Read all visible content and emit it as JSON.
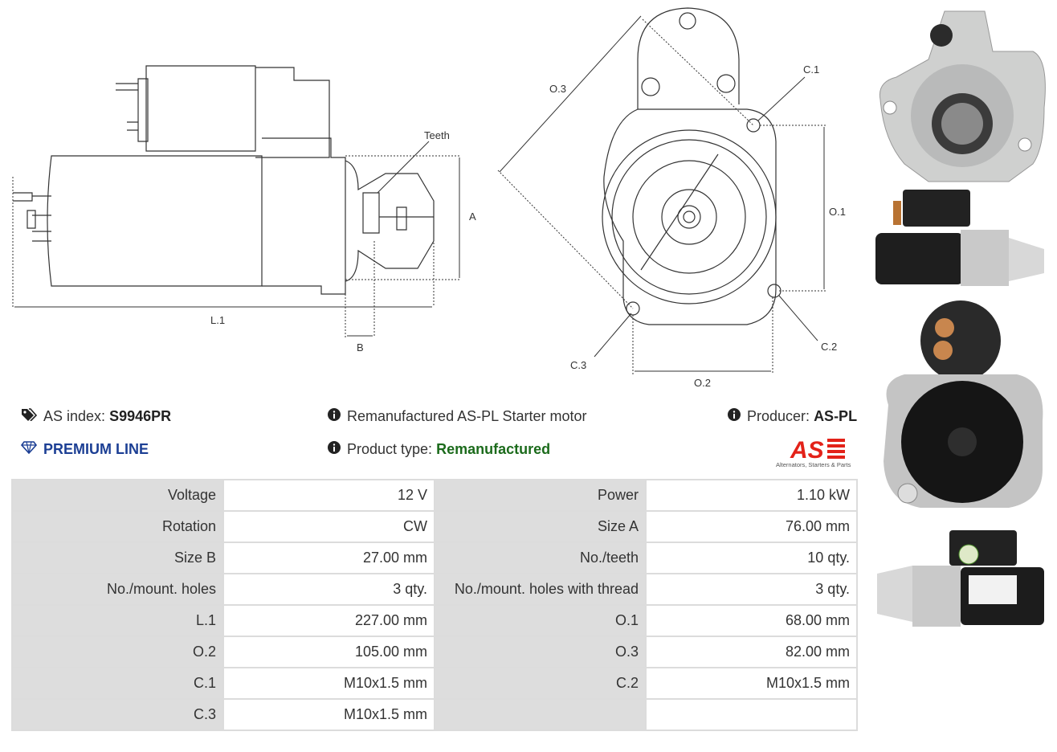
{
  "drawing": {
    "labels": {
      "teeth": "Teeth",
      "a": "A",
      "b": "B",
      "l1": "L.1",
      "o1": "O.1",
      "o2": "O.2",
      "o3": "O.3",
      "c1": "C.1",
      "c2": "C.2",
      "c3": "C.3"
    }
  },
  "info": {
    "as_index_label": "AS index:",
    "as_index_value": "S9946PR",
    "description": "Remanufactured AS-PL Starter motor",
    "producer_label": "Producer:",
    "producer_value": "AS-PL",
    "premium": "PREMIUM LINE",
    "product_type_label": "Product type:",
    "product_type_value": "Remanufactured",
    "logo_text": "AS",
    "logo_tagline": "Alternators, Starters & Parts"
  },
  "specs": [
    [
      "Voltage",
      "12 V",
      "Power",
      "1.10 kW"
    ],
    [
      "Rotation",
      "CW",
      "Size A",
      "76.00 mm"
    ],
    [
      "Size B",
      "27.00 mm",
      "No./teeth",
      "10 qty."
    ],
    [
      "No./mount. holes",
      "3 qty.",
      "No./mount. holes with thread",
      "3 qty."
    ],
    [
      "L.1",
      "227.00 mm",
      "O.1",
      "68.00 mm"
    ],
    [
      "O.2",
      "105.00 mm",
      "O.3",
      "82.00 mm"
    ],
    [
      "C.1",
      "M10x1.5 mm",
      "C.2",
      "M10x1.5 mm"
    ],
    [
      "C.3",
      "M10x1.5 mm",
      "",
      ""
    ]
  ],
  "colors": {
    "premium": "#1c3f94",
    "type": "#1c6b1c",
    "logo": "#e32219"
  }
}
